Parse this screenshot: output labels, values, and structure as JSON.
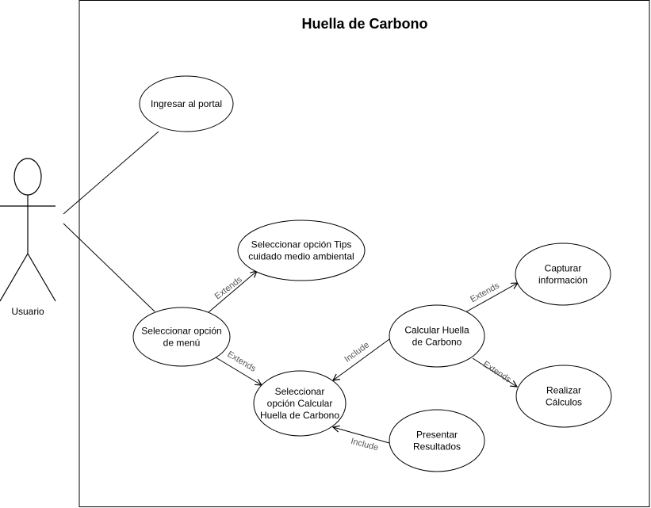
{
  "diagram": {
    "title": "Huella de Carbono",
    "actor": {
      "label": "Usuario"
    },
    "use_cases": [
      {
        "id": "ingresar",
        "lines": [
          "Ingresar al portal"
        ]
      },
      {
        "id": "tips",
        "lines": [
          "Seleccionar  opción Tips",
          "cuidado medio ambiental"
        ]
      },
      {
        "id": "menu",
        "lines": [
          "Seleccionar opción",
          "de menú"
        ]
      },
      {
        "id": "calc_opt",
        "lines": [
          "Seleccionar",
          "opción Calcular",
          "Huella de Carbono"
        ]
      },
      {
        "id": "calcular",
        "lines": [
          "Calcular Huella",
          "de Carbono"
        ]
      },
      {
        "id": "capturar",
        "lines": [
          "Capturar",
          "información"
        ]
      },
      {
        "id": "realizar",
        "lines": [
          "Realizar",
          "Cálculos"
        ]
      },
      {
        "id": "presentar",
        "lines": [
          "Presentar",
          "Resultados"
        ]
      }
    ],
    "relations": [
      {
        "id": "menu-tips",
        "from": "menu",
        "to": "tips",
        "label": "Extends"
      },
      {
        "id": "menu-calc",
        "from": "menu",
        "to": "calc_opt",
        "label": "Extends"
      },
      {
        "id": "calcular-calc",
        "from": "calcular",
        "to": "calc_opt",
        "label": "Include"
      },
      {
        "id": "calcular-capturar",
        "from": "calcular",
        "to": "capturar",
        "label": "Extends"
      },
      {
        "id": "calcular-realizar",
        "from": "calcular",
        "to": "realizar",
        "label": "Extends"
      },
      {
        "id": "presentar-calc",
        "from": "presentar",
        "to": "calc_opt",
        "label": "Include"
      }
    ]
  }
}
